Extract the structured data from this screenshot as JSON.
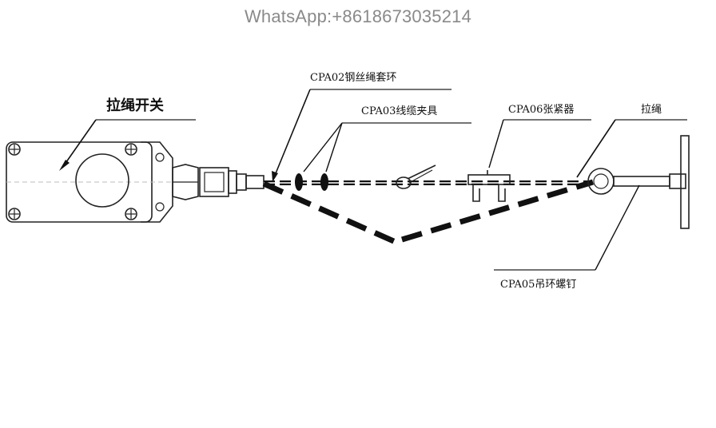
{
  "watermark": "WhatsApp:+8618673035214",
  "labels": {
    "switch": "拉绳开关",
    "thimble": "CPA02钢丝绳套环",
    "clamp": "CPA03线缆夹具",
    "tensioner": "CPA06张紧器",
    "rope": "拉绳",
    "eyebolt": "CPA05吊环螺钉"
  }
}
